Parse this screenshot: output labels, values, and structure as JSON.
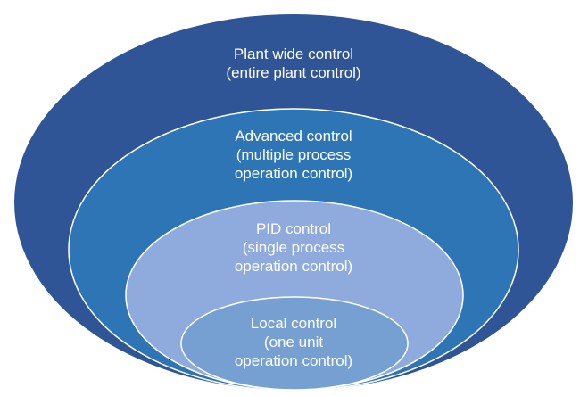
{
  "diagram": {
    "title": "Hierarchy of process control levels",
    "levels": [
      {
        "id": "plant-wide",
        "lines": [
          "Plant wide control",
          "(entire plant control)"
        ],
        "fill": "#2f5597"
      },
      {
        "id": "advanced",
        "lines": [
          "Advanced control",
          "(multiple process",
          "operation control)"
        ],
        "fill": "#2e75b6"
      },
      {
        "id": "pid",
        "lines": [
          "PID control",
          "(single process",
          "operation control)"
        ],
        "fill": "#8faadc"
      },
      {
        "id": "local",
        "lines": [
          "Local control",
          "(one unit",
          "operation control)"
        ],
        "fill": "#77a0d2"
      }
    ],
    "outline_color": "#ffffff",
    "text_color": "#ffffff"
  }
}
